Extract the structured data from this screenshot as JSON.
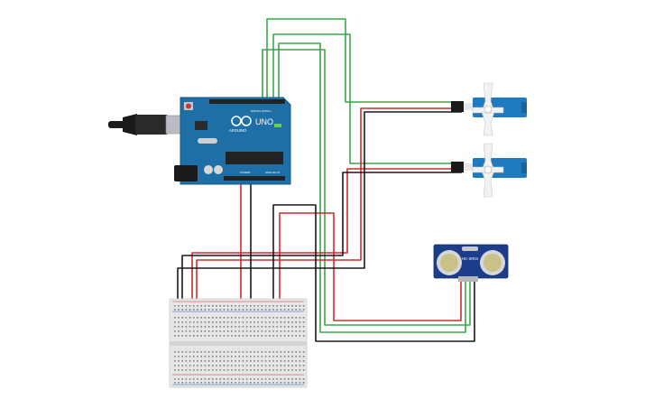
{
  "arduino": {
    "brand": "ARDUINO",
    "model": "UNO",
    "digital_label": "DIGITAL (PWM~)",
    "power_label": "POWER",
    "analog_label": "ANALOG IN"
  },
  "sensor": {
    "model": "HC-SR04"
  },
  "colors": {
    "wire_green": "#3aa64a",
    "wire_red": "#d12b2b",
    "wire_black": "#1a1a1a",
    "board_blue": "#1d6fa5",
    "servo_blue": "#1f7ac0",
    "sensor_blue": "#1c3e8a"
  }
}
